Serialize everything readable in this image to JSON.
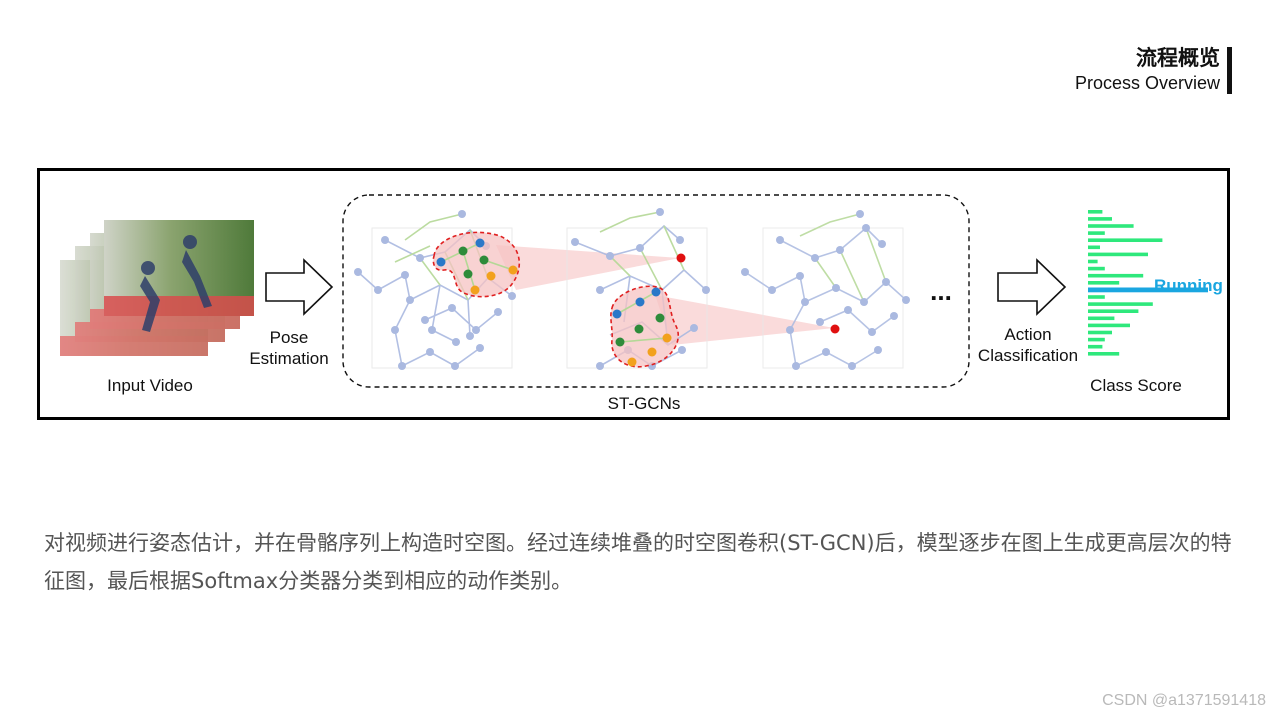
{
  "header": {
    "title": "流程概览",
    "subtitle": "Process Overview"
  },
  "diagram": {
    "input_label": "Input Video",
    "pose_label_line1": "Pose",
    "pose_label_line2": "Estimation",
    "stgcn_label": "ST-GCNs",
    "ellipsis": "...",
    "action_label_line1": "Action",
    "action_label_line2": "Classification",
    "class_score_label": "Class Score",
    "running_label": "Running",
    "class_scores": [
      0.12,
      0.2,
      0.38,
      0.14,
      0.62,
      0.1,
      0.5,
      0.08,
      0.14,
      0.46,
      0.26,
      1.0,
      0.14,
      0.54,
      0.42,
      0.22,
      0.35,
      0.2,
      0.14,
      0.12,
      0.26
    ],
    "highlight_index": 11,
    "colors": {
      "bar": "#2ee87c",
      "highlight": "#1aa6e0",
      "graph": "#aab9e0",
      "graph_edge_green": "#b4d896",
      "region": "#f6c3c3",
      "region_border": "#e02020",
      "node_blue": "#2a78c8",
      "node_green": "#2e8b3a",
      "node_orange": "#f2a11d",
      "node_red": "#e01010"
    }
  },
  "description": "对视频进行姿态估计，并在骨骼序列上构造时空图。经过连续堆叠的时空图卷积(ST-GCN)后，模型逐步在图上生成更高层次的特征图，最后根据Softmax分类器分类到相应的动作类别。",
  "watermark": "CSDN @a1371591418"
}
